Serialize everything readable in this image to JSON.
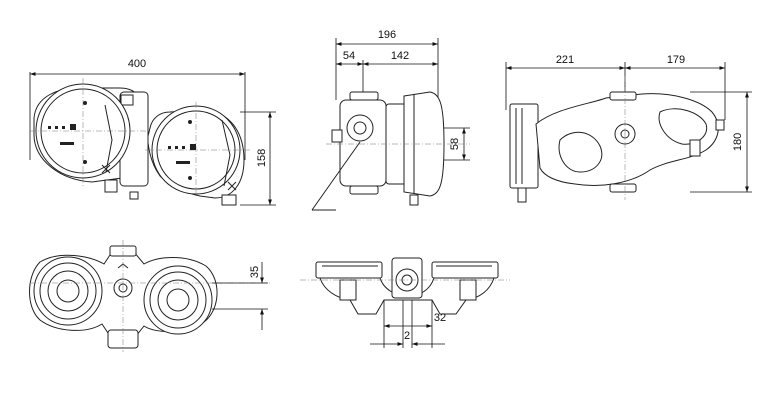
{
  "dimensions": {
    "front_width": "400",
    "front_height": "158",
    "side_total": "196",
    "side_left": "54",
    "side_right": "142",
    "side_height": "58",
    "rear_left": "221",
    "rear_right": "179",
    "rear_height": "180",
    "bottom_height": "35",
    "top_offset": "32",
    "top_gap": "2"
  },
  "colors": {
    "line": "#222222",
    "background": "#ffffff"
  }
}
